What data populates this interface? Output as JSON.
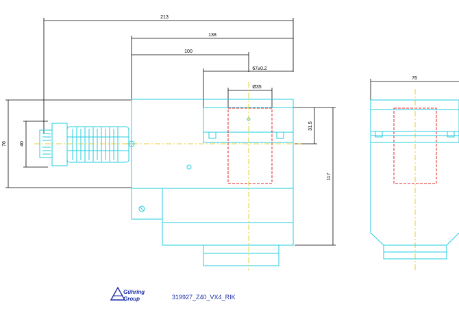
{
  "dimensions": {
    "d213": "213",
    "d138": "138",
    "d100": "100",
    "d67": "67±0.2",
    "d35": "Ø35",
    "d76_left": "76",
    "d40": "40",
    "d31_5": "31.5",
    "d117": "117",
    "d76_top": "76"
  },
  "title_block": {
    "logo_line1": "Gühring",
    "logo_line2": "Group",
    "drawing_code": "319927_Z40_VX4_RIK"
  },
  "colors": {
    "outline": "#22cddf",
    "dimension": "#000000",
    "hidden": "#e02020",
    "centerline": "#e0c000",
    "caption": "#1a2ca8"
  }
}
